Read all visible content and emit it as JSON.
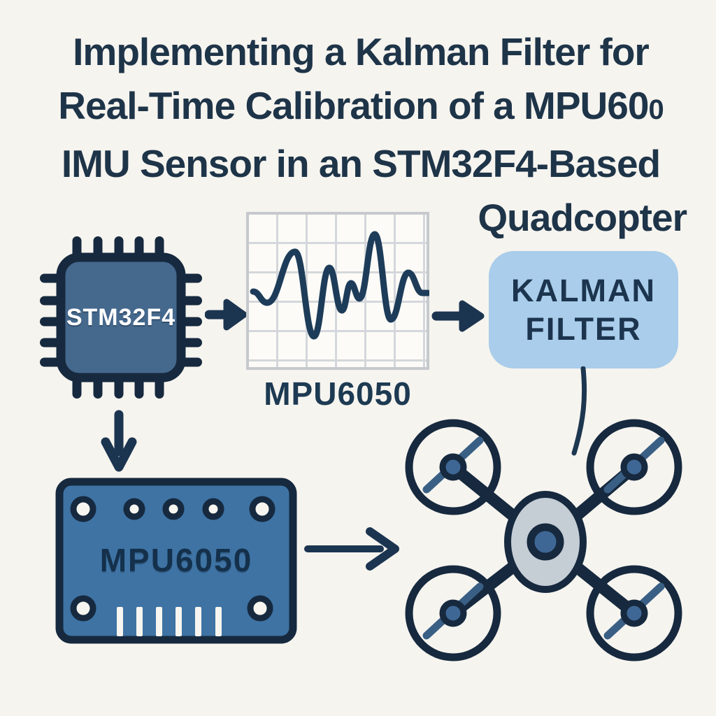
{
  "title": {
    "line1": "Implementing a Kalman Filter for",
    "line2": "Real-Time Calibration of a MPU60",
    "line2_suffix": "0",
    "line3": "IMU Sensor in an STM32F4-Based",
    "line4": "Quadcopter"
  },
  "diagram": {
    "chip_label": "STM32F4",
    "waveform_caption": "MPU6050",
    "kalman_line1": "KALMAN",
    "kalman_line2": "FILTER",
    "board_label": "MPU6050"
  },
  "icons": [
    "stm32f4-chip-icon",
    "signal-waveform-icon",
    "kalman-filter-box",
    "mpu6050-board-icon",
    "quadcopter-icon",
    "arrow-right-icon",
    "arrow-down-icon",
    "kalman-to-quadcopter-connector"
  ],
  "colors": {
    "background": "#f6f4ef",
    "title_text": "#1e3448",
    "outline_navy": "#16293e",
    "chip_fill": "#45688d",
    "board_fill": "#3e73a4",
    "kalman_box_fill": "#a9cdea",
    "kalman_text": "#1c344e",
    "panel_fill": "#fcfbf7",
    "panel_grid": "#d4d7db",
    "waveform_stroke": "#1d3c59",
    "quad_body_gray": "#c5cdd5",
    "hub_blue": "#3f6795",
    "propeller_blue": "#3a5f85",
    "hole_white": "#f7f5f0",
    "chip_label_text": "#ffffff"
  }
}
